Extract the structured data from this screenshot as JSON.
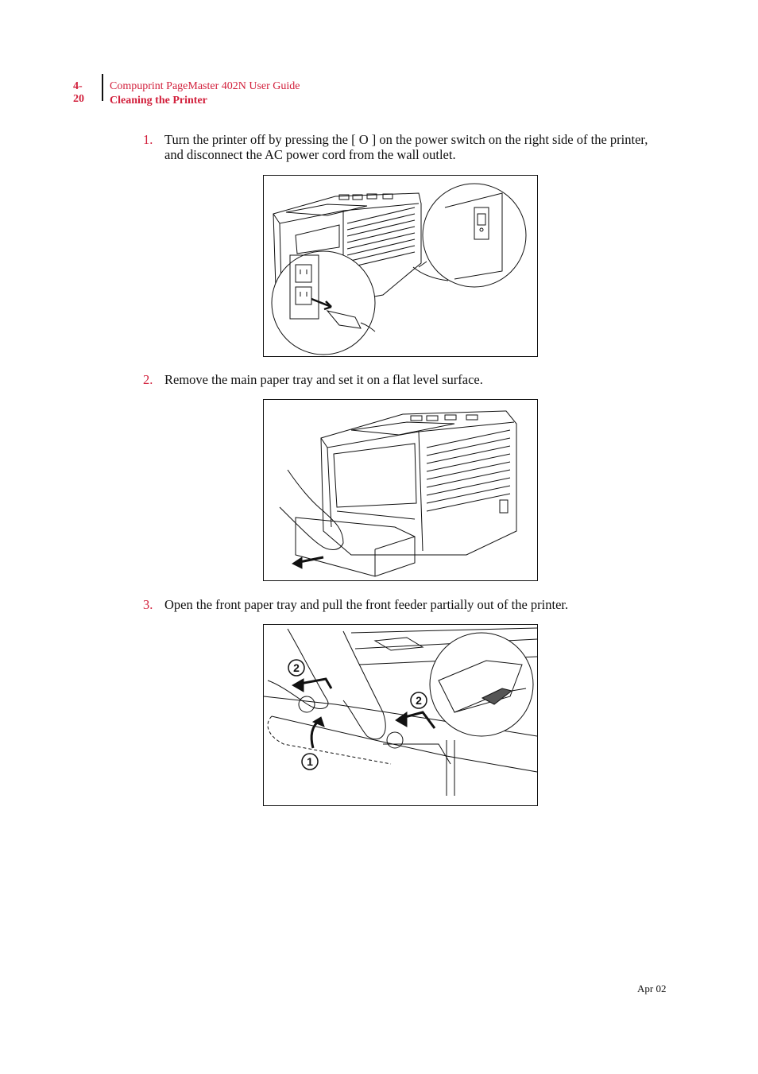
{
  "header": {
    "page_number": "4-20",
    "guide_title": "Compuprint PageMaster 402N User Guide",
    "section_title": "Cleaning the Printer"
  },
  "steps": [
    {
      "number": "1.",
      "text": "Turn the printer off by pressing the [ O ] on the power switch on the right side of the printer, and disconnect the AC power cord from the wall outlet."
    },
    {
      "number": "2.",
      "text": "Remove the main paper tray and set it on a flat level surface."
    },
    {
      "number": "3.",
      "text": "Open the front paper tray and pull the front feeder partially out of the printer."
    }
  ],
  "figure3_callouts": [
    "2",
    "2",
    "1"
  ],
  "footer": {
    "date": "Apr 02"
  },
  "colors": {
    "accent": "#d2203c",
    "text": "#111111"
  }
}
